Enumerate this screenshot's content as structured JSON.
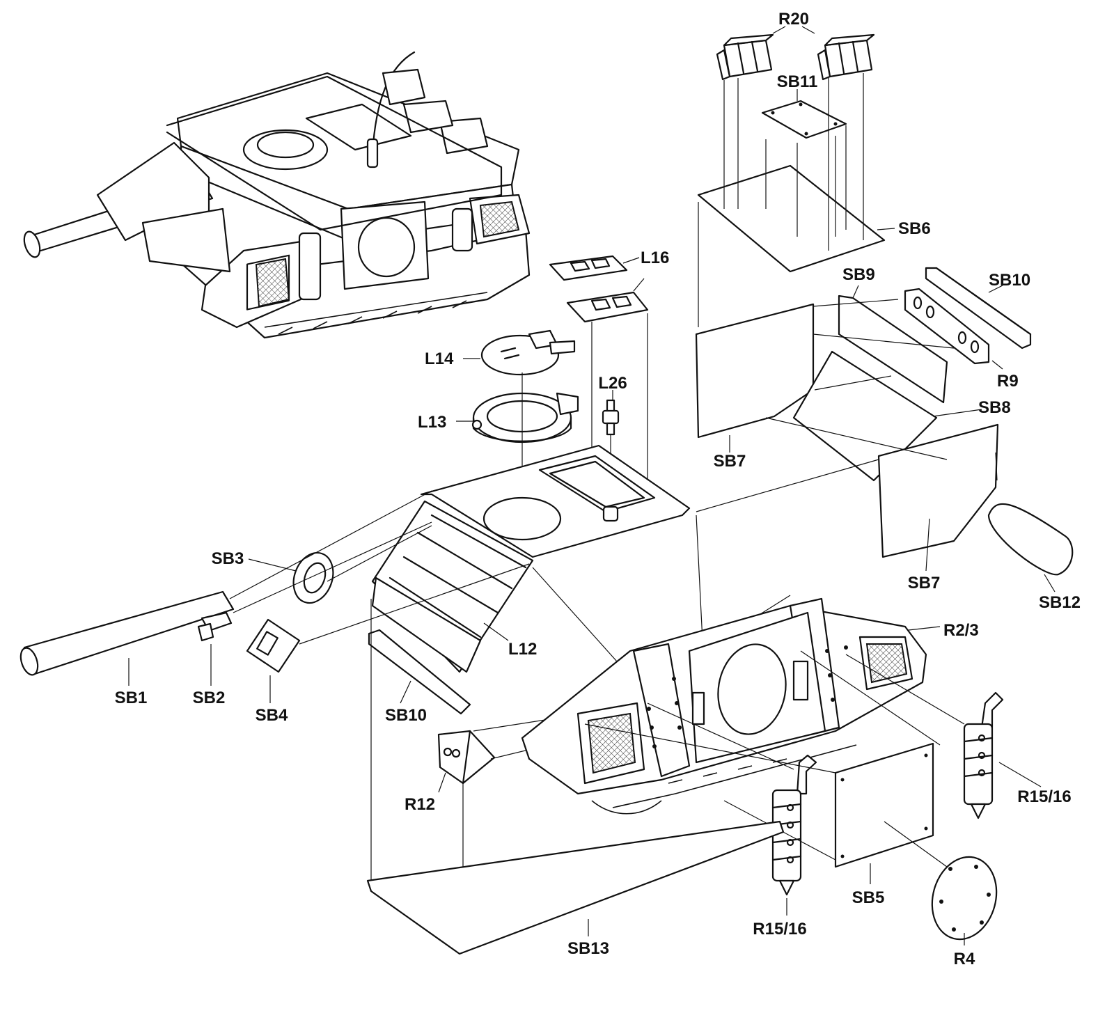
{
  "labels": {
    "r20": "R20",
    "sb11": "SB11",
    "sb6": "SB6",
    "l16": "L16",
    "sb9": "SB9",
    "sb10_top": "SB10",
    "r9": "R9",
    "l14": "L14",
    "l26": "L26",
    "sb8": "SB8",
    "l13": "L13",
    "sb7_left": "SB7",
    "sb7_right": "SB7",
    "sb3": "SB3",
    "sb12": "SB12",
    "r2_3": "R2/3",
    "l12": "L12",
    "sb1": "SB1",
    "sb2": "SB2",
    "sb4": "SB4",
    "sb10_bottom": "SB10",
    "r15_16_right": "R15/16",
    "r12": "R12",
    "sb5": "SB5",
    "sb13": "SB13",
    "r15_16_bottom": "R15/16",
    "r4": "R4"
  }
}
